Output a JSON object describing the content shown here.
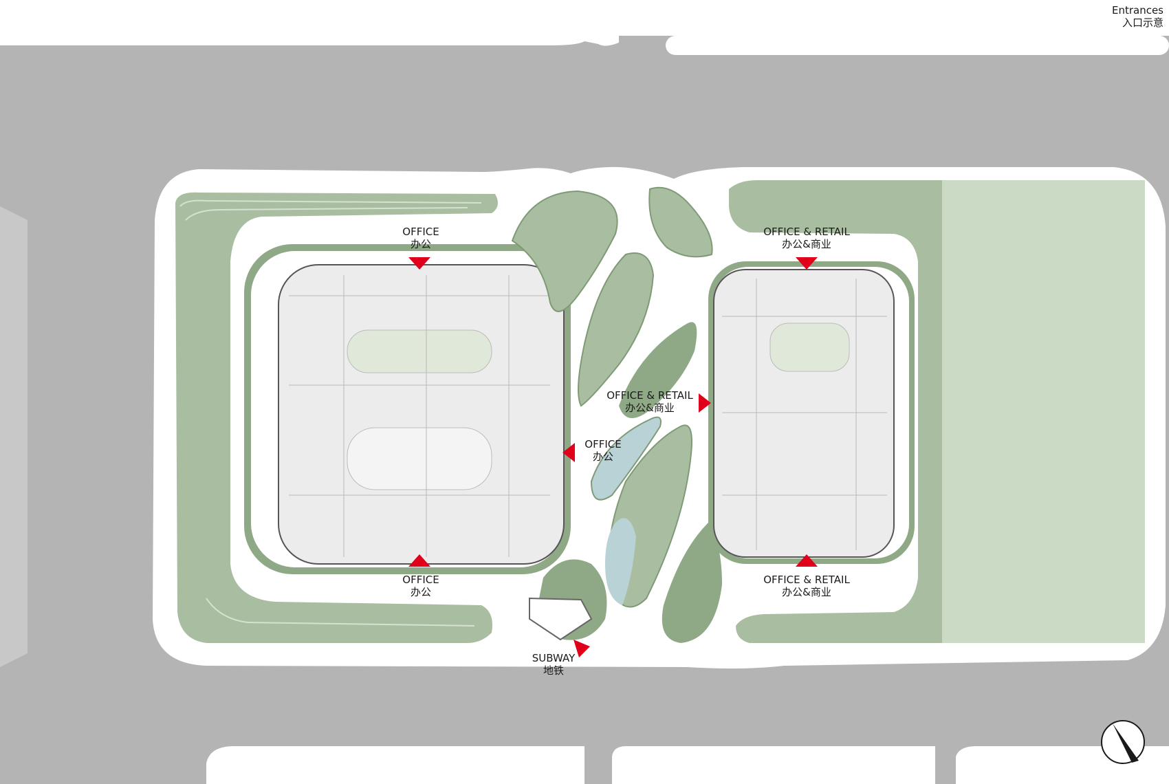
{
  "legend": {
    "title_en": "Entrances",
    "title_cn": "入口示意"
  },
  "colors": {
    "road": "#b4b4b4",
    "plaza": "#ffffff",
    "green_dark": "#8fa885",
    "green_mid": "#a9bea0",
    "green_light": "#cbdac4",
    "water": "#b9d2d6",
    "building_floor": "#ececec",
    "entrance_marker": "#e00019"
  },
  "entrances": [
    {
      "id": "office-north",
      "en": "OFFICE",
      "cn": "办公",
      "pointing": "down"
    },
    {
      "id": "office-retail-north",
      "en": "OFFICE & RETAIL",
      "cn": "办公&商业",
      "pointing": "down"
    },
    {
      "id": "office-retail-center",
      "en": "OFFICE & RETAIL",
      "cn": "办公&商业",
      "pointing": "right"
    },
    {
      "id": "office-center",
      "en": "OFFICE",
      "cn": "办公",
      "pointing": "left"
    },
    {
      "id": "office-south",
      "en": "OFFICE",
      "cn": "办公",
      "pointing": "up"
    },
    {
      "id": "office-retail-south",
      "en": "OFFICE & RETAIL",
      "cn": "办公&商业",
      "pointing": "up"
    },
    {
      "id": "subway",
      "en": "SUBWAY",
      "cn": "地铁",
      "pointing": "down-left"
    }
  ],
  "north_arrow": {
    "icon": "north-arrow-icon"
  }
}
